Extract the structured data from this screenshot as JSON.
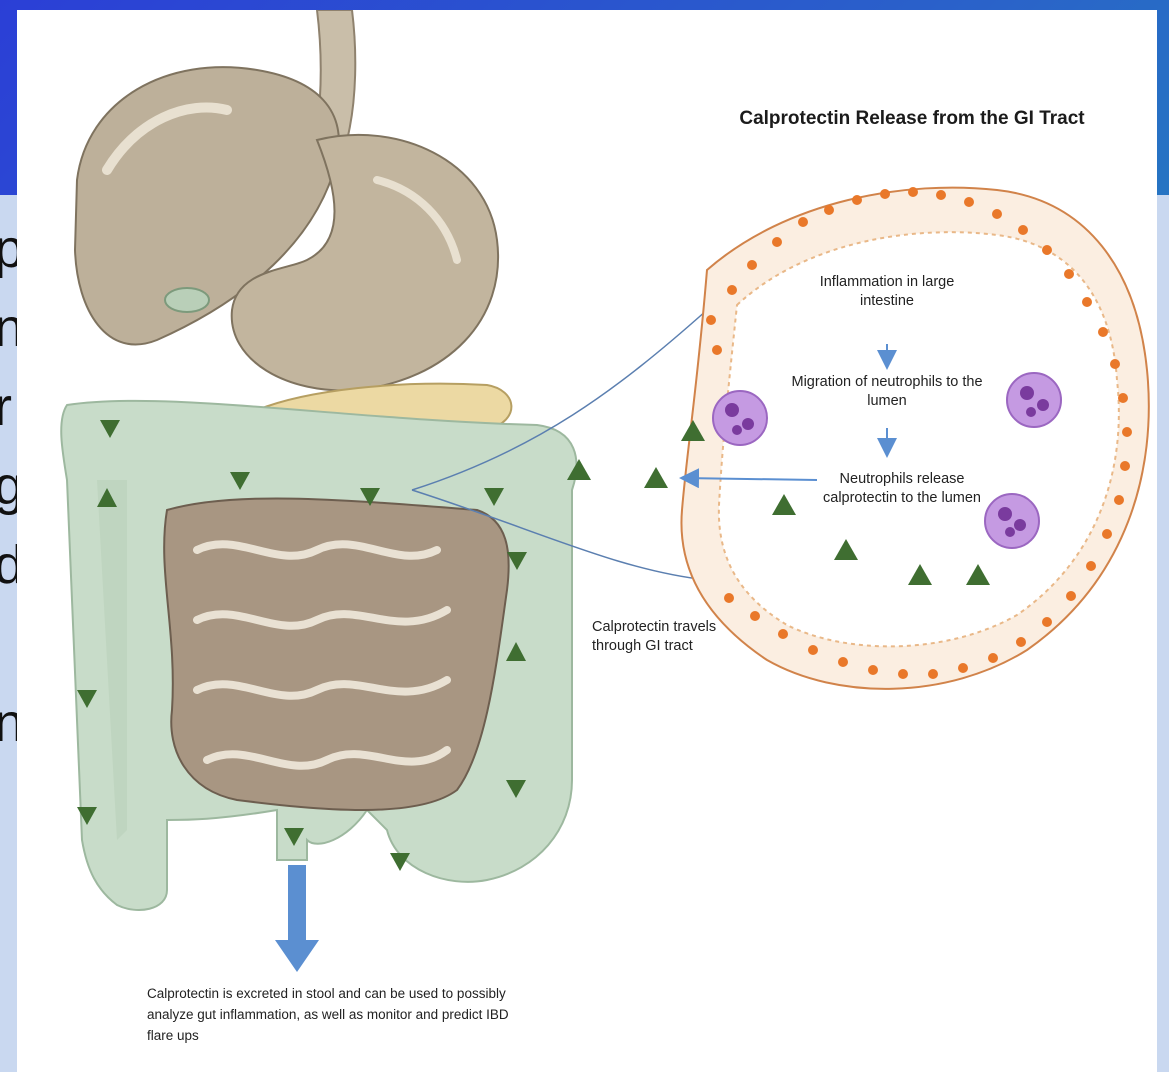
{
  "slide": {
    "background_colors": [
      "#2b3fd6",
      "#1c9fb3"
    ],
    "partial_text_lines": [
      "p",
      "n",
      "r",
      "g",
      "d",
      "",
      "n"
    ]
  },
  "figure": {
    "title": "Calprotectin Release from the GI Tract",
    "steps": {
      "inflammation": "Inflammation in large intestine",
      "migration": "Migration of neutrophils to the lumen",
      "release": "Neutrophils release calprotectin to the lumen"
    },
    "travel_label": "Calprotectin travels through GI tract",
    "excretion_caption": "Calprotectin is excreted in stool and can be used to possibly analyze gut inflammation, as well as monitor and predict IBD flare ups",
    "colors": {
      "liver": "#bdb09a",
      "colon": "#c8dcc9",
      "small_intestine": "#a89682",
      "pancreas": "#ecd9a3",
      "calprotectin": "#3f6e31",
      "neutrophil": "#b98ad8",
      "epithelial_nucleus": "#e9782a",
      "arrow": "#5b8fd1"
    }
  }
}
